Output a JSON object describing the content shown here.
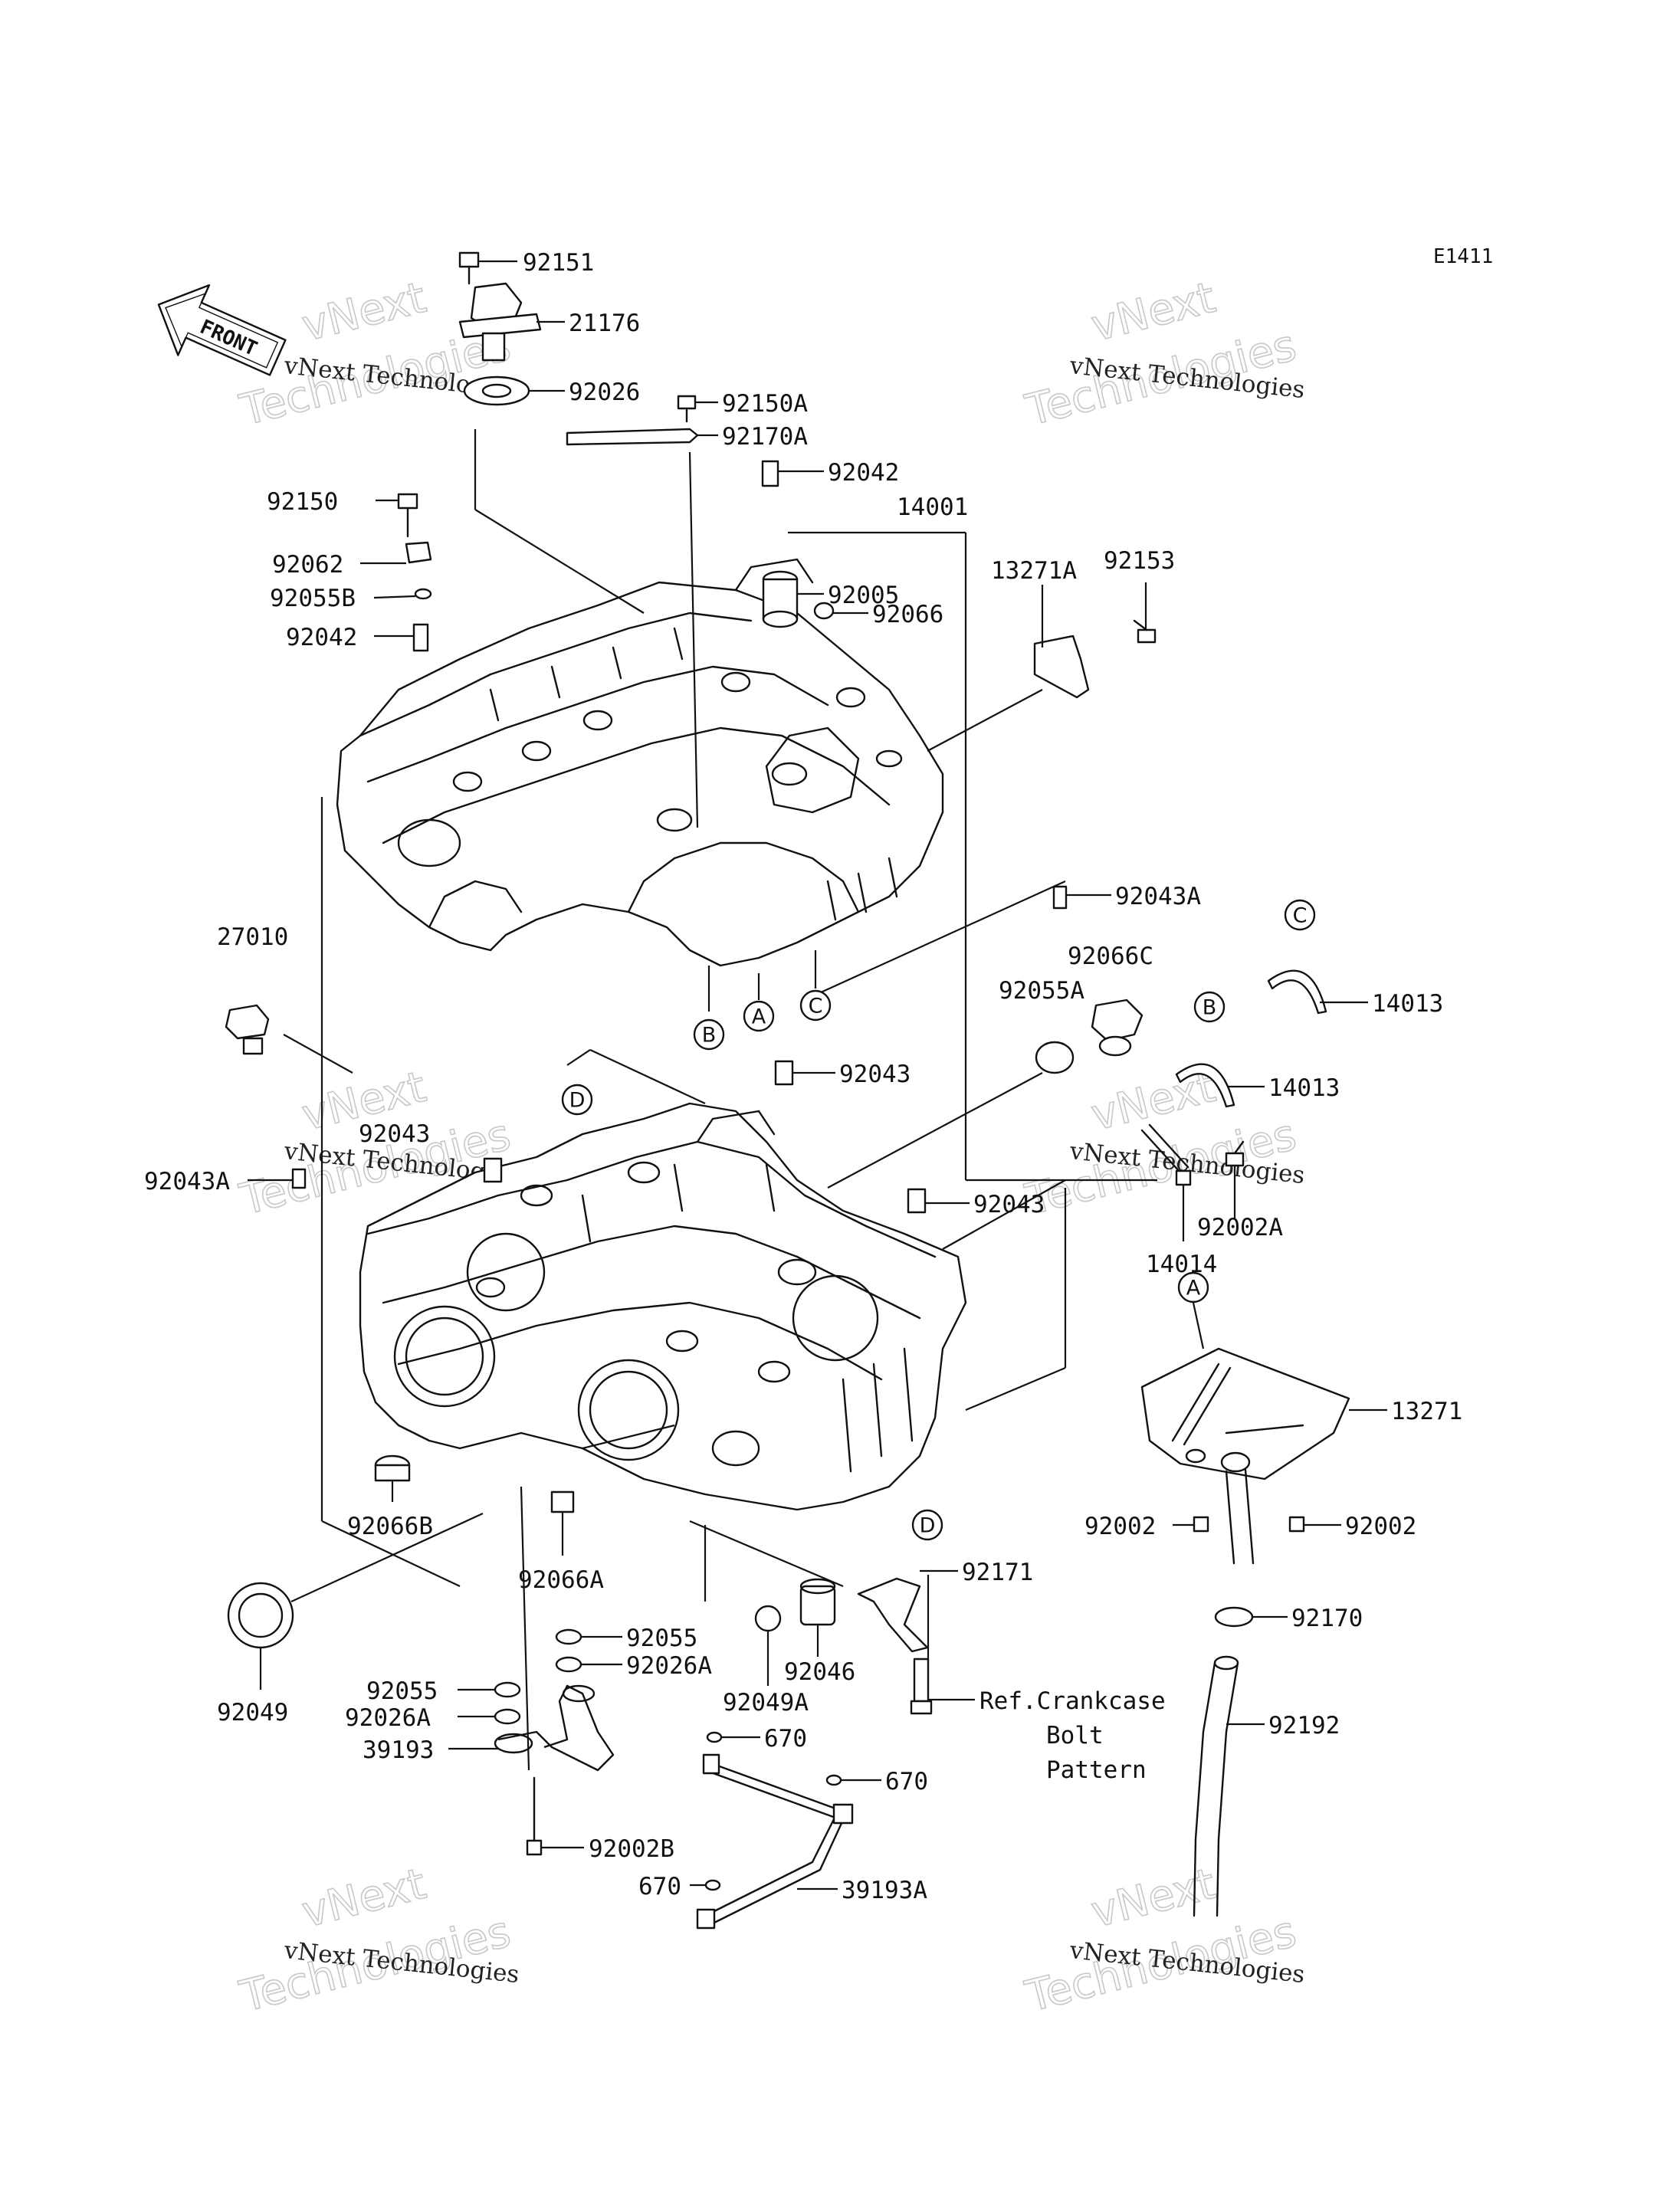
{
  "diagram_code": "E1411",
  "front_label": "FRONT",
  "watermark": {
    "line1": "vNext",
    "line2": "Technologies",
    "small": "vNext Technologies"
  },
  "callouts": {
    "A": "A",
    "B": "B",
    "C": "C",
    "D": "D"
  },
  "parts": [
    {
      "id": "92151",
      "label": "92151"
    },
    {
      "id": "21176",
      "label": "21176"
    },
    {
      "id": "92026",
      "label": "92026"
    },
    {
      "id": "92150A",
      "label": "92150A"
    },
    {
      "id": "92170A",
      "label": "92170A"
    },
    {
      "id": "92042-top",
      "label": "92042"
    },
    {
      "id": "14001",
      "label": "14001"
    },
    {
      "id": "92150",
      "label": "92150"
    },
    {
      "id": "92062",
      "label": "92062"
    },
    {
      "id": "92055B",
      "label": "92055B"
    },
    {
      "id": "92042-left",
      "label": "92042"
    },
    {
      "id": "92005",
      "label": "92005"
    },
    {
      "id": "92066",
      "label": "92066"
    },
    {
      "id": "13271A",
      "label": "13271A"
    },
    {
      "id": "92153",
      "label": "92153"
    },
    {
      "id": "92043A-right",
      "label": "92043A"
    },
    {
      "id": "27010",
      "label": "27010"
    },
    {
      "id": "92066C",
      "label": "92066C"
    },
    {
      "id": "92055A",
      "label": "92055A"
    },
    {
      "id": "14013-top",
      "label": "14013"
    },
    {
      "id": "92043-mid",
      "label": "92043"
    },
    {
      "id": "14013-mid",
      "label": "14013"
    },
    {
      "id": "92043-left",
      "label": "92043"
    },
    {
      "id": "92043A-left",
      "label": "92043A"
    },
    {
      "id": "92043-right",
      "label": "92043"
    },
    {
      "id": "92002A",
      "label": "92002A"
    },
    {
      "id": "14014",
      "label": "14014"
    },
    {
      "id": "13271",
      "label": "13271"
    },
    {
      "id": "92066B",
      "label": "92066B"
    },
    {
      "id": "92066A",
      "label": "92066A"
    },
    {
      "id": "92002-left",
      "label": "92002"
    },
    {
      "id": "92002-right",
      "label": "92002"
    },
    {
      "id": "92171",
      "label": "92171"
    },
    {
      "id": "92170",
      "label": "92170"
    },
    {
      "id": "92049",
      "label": "92049"
    },
    {
      "id": "92055-top",
      "label": "92055"
    },
    {
      "id": "92026A-top",
      "label": "92026A"
    },
    {
      "id": "92046",
      "label": "92046"
    },
    {
      "id": "92055-left",
      "label": "92055"
    },
    {
      "id": "92026A-left",
      "label": "92026A"
    },
    {
      "id": "92049A",
      "label": "92049A"
    },
    {
      "id": "39193",
      "label": "39193"
    },
    {
      "id": "670-top",
      "label": "670"
    },
    {
      "id": "670-mid",
      "label": "670"
    },
    {
      "id": "92192",
      "label": "92192"
    },
    {
      "id": "92002B",
      "label": "92002B"
    },
    {
      "id": "670-bottom",
      "label": "670"
    },
    {
      "id": "39193A",
      "label": "39193A"
    }
  ],
  "reference_note": {
    "line1": "Ref.Crankcase",
    "line2": "Bolt",
    "line3": "Pattern"
  }
}
